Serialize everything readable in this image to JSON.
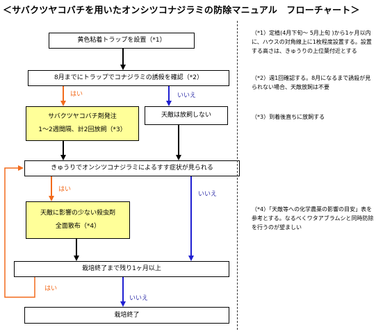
{
  "title": "＜サバクツヤコバチを用いたオンシツコナジラミの防除マニュアル　フローチャート＞",
  "colors": {
    "yes": "#f26a1b",
    "no": "#1f1fd1",
    "yellow_box": "#ffff99"
  },
  "boxes": {
    "step1": "黄色粘着トラップを設置（*1）",
    "step2": "8月までにトラップでコナジラミの誘殺を確認（*2）",
    "release_1": "サバクツヤコバチ剤発注",
    "release_2": "1〜2週間隔、計2回放飼（*3）",
    "no_release": "天敵は放飼しない",
    "symptom": "きゅうりでオンシツコナジラミによるすす症状が見られる",
    "spray_1": "天敵に影響の少ない殺虫剤",
    "spray_2": "全面散布（*4）",
    "remaining": "栽培終了まで残り1ヶ月以上",
    "end": "栽培終了"
  },
  "labels": {
    "yes": "はい",
    "no": "いいえ"
  },
  "notes": {
    "n1": "（*1）定植(4月下旬〜 5月上旬 )から1ヶ月以内に、ハウスの対角線上に1枚程度設置する。設置する高さは、きゅうりの上位葉付近とする",
    "n2": "（*2）週1回確認する。8月になるまで誘殺が見られない場合、天敵放飼は不要",
    "n3": "（*3）到着後直ちに放飼する",
    "n4": "（*4）「天敵等への化学農薬の影響の目安」表を参考とする。なるべくワタアブラムシと同時防除を行うのが望ましい"
  }
}
